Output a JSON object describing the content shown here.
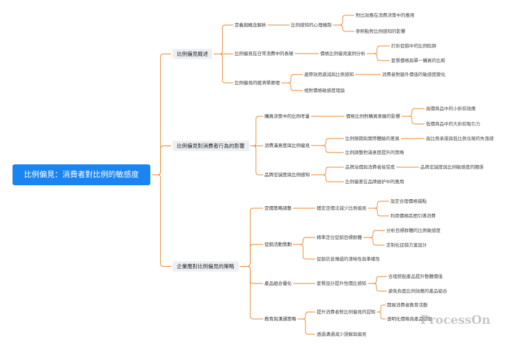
{
  "root": "比例偏見：消費者對比例的敏感度",
  "watermark": "ProcessOn",
  "colors": {
    "root_bg": "#1a85f0",
    "line": "#e9852b",
    "branch_bg": "#edf0f3"
  },
  "n1": "比例偏見概述",
  "n1a": "定義與概念解析",
  "n1a1": "比例感知的心理機制",
  "n1a1a": "對比效應在消費決策中的應用",
  "n1a1b": "參照點對比例感知的影響",
  "n1b": "比例偏見在日常消費中的表現",
  "n1b1": "價格比例偏見案例分析",
  "n1b1a": "打折促銷中的比例陷阱",
  "n1b1b": "套餐價格與單一購買的比較",
  "n1c": "比例偏見的經濟學原理",
  "n1c1": "邊際效用遞減與比例感知",
  "n1c1a": "消費者對額外價值的敏感度變化",
  "n1c2": "相對價格敏感度理論",
  "n2": "比例偏見對消費者行為的影響",
  "n2a": "購買決策中的比例考量",
  "n2a1": "價格比例對購買意願的影響",
  "n2a1a": "高價商品中的小折扣效應",
  "n2a1b": "低價商品中的大折扣吸引力",
  "n2b": "消費滿意度與比例偏見",
  "n2b1": "比例預期與實際體驗的差異",
  "n2b1a": "高比例承諾與低比例兑現的失落感",
  "n2b2": "比例調整對滿意度提升的策略",
  "n2c": "品牌忠誠度與比例感知",
  "n2c1": "品牌溢價與消費者接受度",
  "n2c1a": "品牌忠誠度與比例敏感度的關係",
  "n2c2": "比例偏差在品牌維护中的應用",
  "n3": "企業應對比例偏見的策略",
  "n3a": "定價策略調整",
  "n3a1": "穩定定價法減少比例偏見",
  "n3a1a": "設定合理價格錨點",
  "n3a1b": "利用價格區間引導消費",
  "n3b": "促銷活動策劃",
  "n3b1": "精準定位促銷目標群體",
  "n3b1a": "分析目標群體的比例敏感度",
  "n3b1b": "定制化促銷方案設計",
  "n3b2": "促銷信息傳遞的清晰性與準確性",
  "n3c": "產品組合優化",
  "n3c1": "套餐設計提升性價比感知",
  "n3c1a": "合理搭配產品提升整體價值",
  "n3c1b": "避免負面比例效應的產品組合",
  "n3d": "教育與溝通策略",
  "n3d1": "提升消費者對比例偏見的認知",
  "n3d1a": "開展消費者教育活動",
  "n3d1b": "透明化價格與產品信息",
  "n3d2": "透過溝通減少誤解與偏見"
}
